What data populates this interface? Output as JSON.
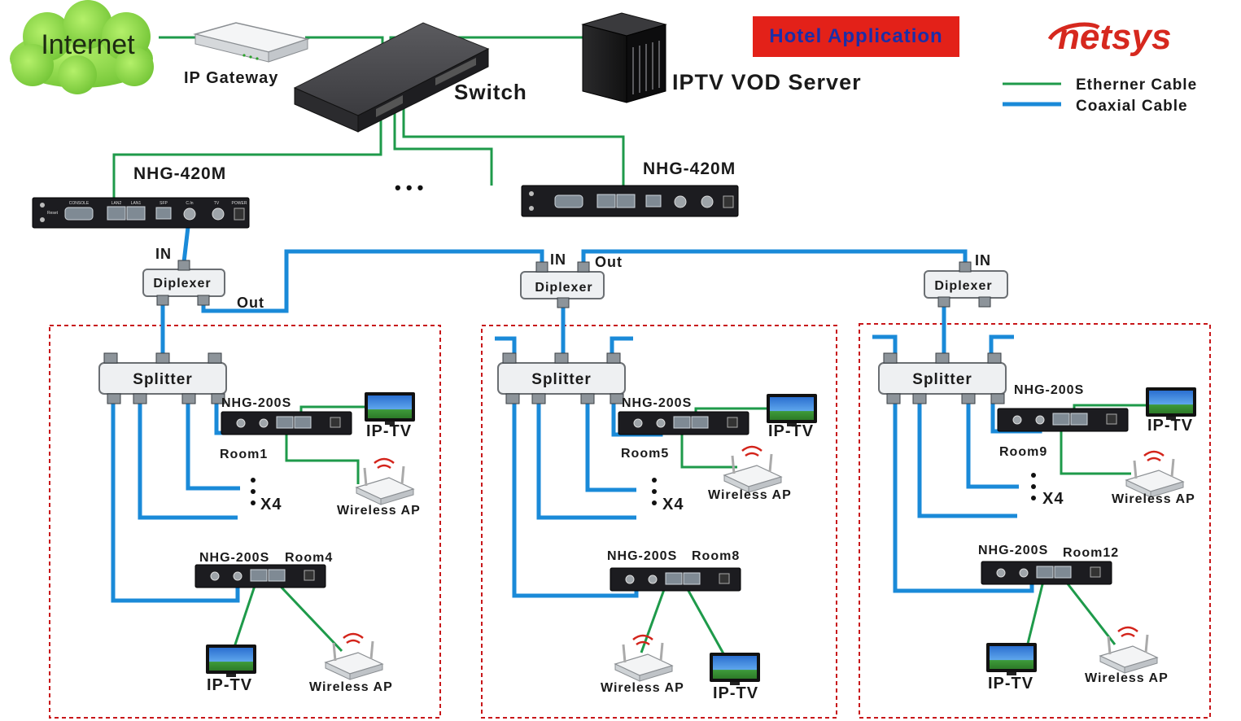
{
  "title": "Hotel Application",
  "brand": "netsys",
  "legend": {
    "ethernet_label": "Etherner Cable",
    "coax_label": "Coaxial Cable",
    "ethernet_color": "#1e9a4a",
    "coax_color": "#1a8ad8"
  },
  "top": {
    "internet": "Internet",
    "gateway": "IP Gateway",
    "switch": "Switch",
    "server": "IPTV VOD Server",
    "nhg420_left": "NHG-420M",
    "nhg420_right": "NHG-420M",
    "ellipsis": "• • •"
  },
  "ports": {
    "console": "CONSOLE",
    "lan2": "LAN2",
    "lan1": "LAN1",
    "sfp": "SFP",
    "cin": "C.In",
    "tv": "TV",
    "power": "POWER",
    "reset": "Reset"
  },
  "diplexer_labels": {
    "d1_name": "Diplexer",
    "d1_in": "IN",
    "d1_out": "Out",
    "d2_name": "Diplexer",
    "d2_in": "IN",
    "d2_out": "Out",
    "d3_name": "Diplexer",
    "d3_in": "IN"
  },
  "groups": [
    {
      "splitter": "Splitter",
      "top_device": "NHG-200S",
      "top_room": "Room1",
      "top_tv": "IP-TV",
      "top_ap": "Wireless AP",
      "multiplier": "X4",
      "bottom_device": "NHG-200S",
      "bottom_room": "Room4",
      "bottom_tv": "IP-TV",
      "bottom_ap": "Wireless AP"
    },
    {
      "splitter": "Splitter",
      "top_device": "NHG-200S",
      "top_room": "Room5",
      "top_tv": "IP-TV",
      "top_ap": "Wireless AP",
      "multiplier": "X4",
      "bottom_device": "NHG-200S",
      "bottom_room": "Room8",
      "bottom_tv": "IP-TV",
      "bottom_ap": "Wireless AP"
    },
    {
      "splitter": "Splitter",
      "top_device": "NHG-200S",
      "top_room": "Room9",
      "top_tv": "IP-TV",
      "top_ap": "Wireless AP",
      "multiplier": "X4",
      "bottom_device": "NHG-200S",
      "bottom_room": "Room12",
      "bottom_tv": "IP-TV",
      "bottom_ap": "Wireless AP"
    }
  ]
}
